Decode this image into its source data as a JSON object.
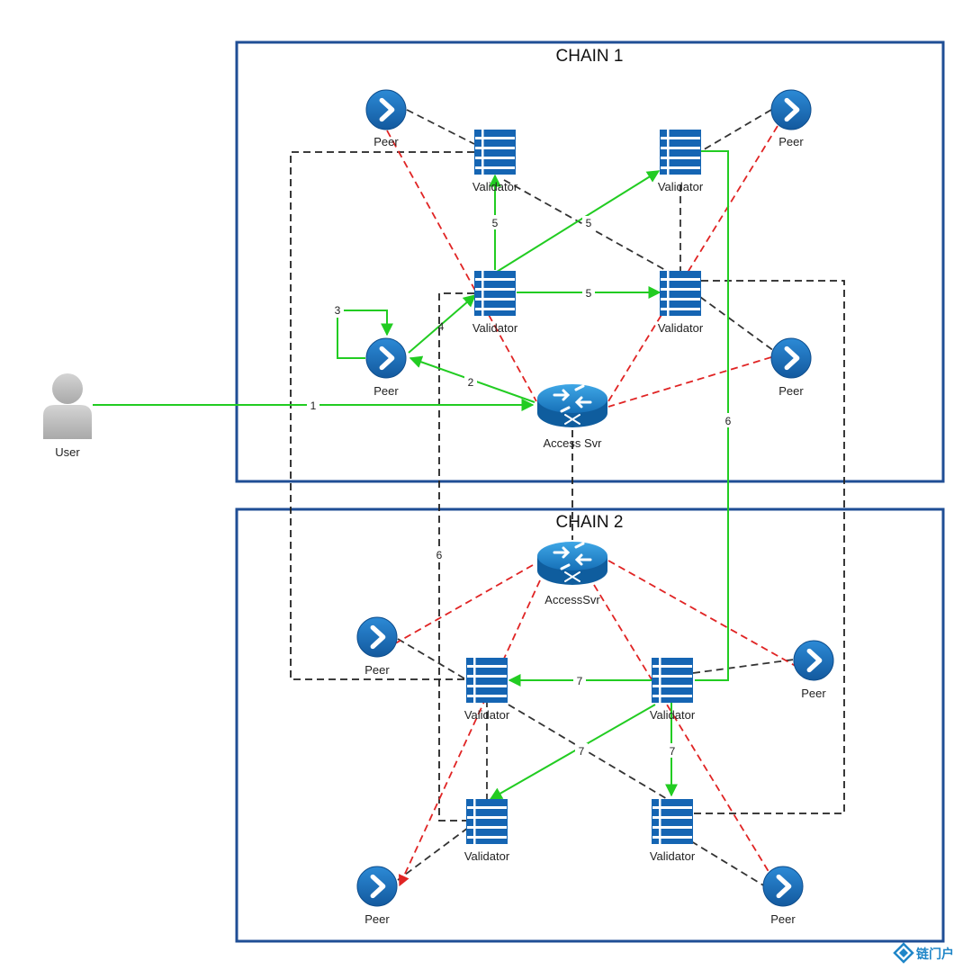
{
  "chains": [
    {
      "id": "chain1",
      "title": "CHAIN 1"
    },
    {
      "id": "chain2",
      "title": "CHAIN 2"
    }
  ],
  "nodes": [
    {
      "id": "user",
      "type": "user",
      "label": "User"
    },
    {
      "id": "c1_peer_tl",
      "type": "peer",
      "label": "Peer"
    },
    {
      "id": "c1_peer_tr",
      "type": "peer",
      "label": "Peer"
    },
    {
      "id": "c1_peer_ml",
      "type": "peer",
      "label": "Peer"
    },
    {
      "id": "c1_peer_mr",
      "type": "peer",
      "label": "Peer"
    },
    {
      "id": "c1_val_tl",
      "type": "validator",
      "label": "Validator"
    },
    {
      "id": "c1_val_tr",
      "type": "validator",
      "label": "Validator"
    },
    {
      "id": "c1_val_ml",
      "type": "validator",
      "label": "Validator"
    },
    {
      "id": "c1_val_mr",
      "type": "validator",
      "label": "Validator"
    },
    {
      "id": "c1_access",
      "type": "router",
      "label": "Access Svr"
    },
    {
      "id": "c2_access",
      "type": "router",
      "label": "AccessSvr"
    },
    {
      "id": "c2_peer_ul",
      "type": "peer",
      "label": "Peer"
    },
    {
      "id": "c2_peer_ur",
      "type": "peer",
      "label": "Peer"
    },
    {
      "id": "c2_peer_bl",
      "type": "peer",
      "label": "Peer"
    },
    {
      "id": "c2_peer_br",
      "type": "peer",
      "label": "Peer"
    },
    {
      "id": "c2_val_tl",
      "type": "validator",
      "label": "Validator"
    },
    {
      "id": "c2_val_tr",
      "type": "validator",
      "label": "Validator"
    },
    {
      "id": "c2_val_bl",
      "type": "validator",
      "label": "Validator"
    },
    {
      "id": "c2_val_br",
      "type": "validator",
      "label": "Validator"
    }
  ],
  "edge_labels": {
    "e1": "1",
    "e2": "2",
    "e3": "3",
    "e4": "4",
    "e5a": "5",
    "e5b": "5",
    "e5c": "5",
    "e6a": "6",
    "e6b": "6",
    "e7a": "7",
    "e7b": "7",
    "e7c": "7"
  },
  "edge_style": {
    "message_flow": "#22cc22",
    "access_link": "#e02424",
    "peer_link": "#222222",
    "chain_border": "#1f4e95"
  },
  "watermark": {
    "icon": "chain-logo-icon",
    "text": "链门户"
  }
}
